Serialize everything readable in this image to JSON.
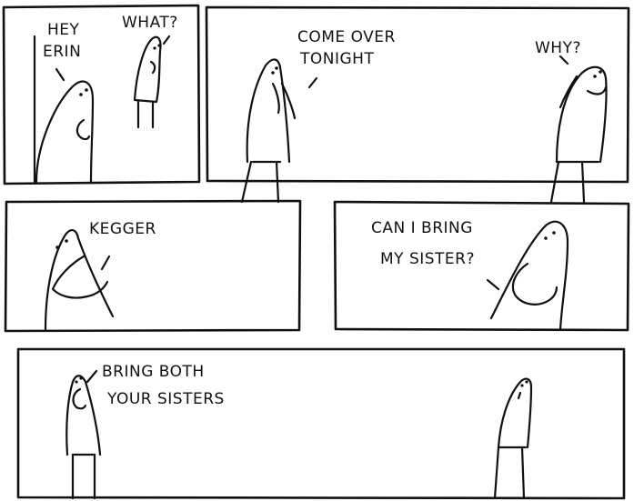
{
  "panels": [
    {
      "id": 1,
      "lines": [
        {
          "speaker": "left",
          "text": [
            "HEY",
            "ERIN"
          ]
        },
        {
          "speaker": "right",
          "text": [
            "WHAT?"
          ]
        }
      ]
    },
    {
      "id": 2,
      "lines": [
        {
          "speaker": "left",
          "text": [
            "COME OVER",
            "TONIGHT"
          ]
        },
        {
          "speaker": "right",
          "text": [
            "WHY?"
          ]
        }
      ]
    },
    {
      "id": 3,
      "lines": [
        {
          "speaker": "left",
          "text": [
            "KEGGER"
          ]
        }
      ]
    },
    {
      "id": 4,
      "lines": [
        {
          "speaker": "right",
          "text": [
            "CAN I BRING",
            "MY SISTER?"
          ]
        }
      ]
    },
    {
      "id": 5,
      "lines": [
        {
          "speaker": "left",
          "text": [
            "BRING BOTH",
            "YOUR SISTERS"
          ]
        }
      ]
    }
  ]
}
